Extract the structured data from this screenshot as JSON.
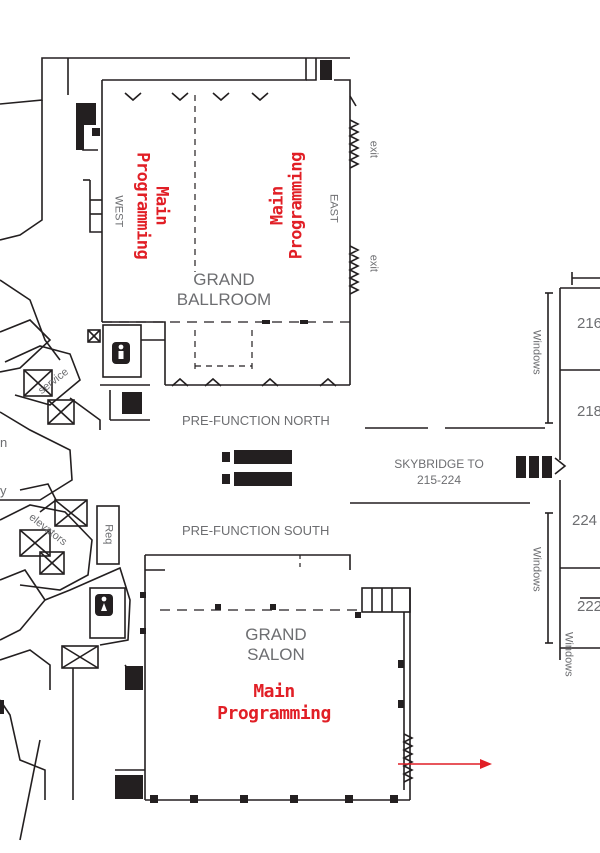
{
  "rooms": {
    "grand_ballroom": "GRAND\nBALLROOM",
    "grand_salon": "GRAND\nSALON",
    "pre_function_north": "PRE-FUNCTION NORTH",
    "pre_function_south": "PRE-FUNCTION SOUTH",
    "skybridge": "SKYBRIDGE TO\n215-224"
  },
  "directions": {
    "west": "WEST",
    "east": "EAST",
    "exit_upper": "exit",
    "exit_lower": "exit"
  },
  "programming": {
    "ballroom_west": "Main\nProgramming",
    "ballroom_east": "Main\nProgramming",
    "salon": "Main\nProgramming"
  },
  "misc": {
    "service": "service",
    "elevators": "elevators",
    "req": "Req",
    "windows_upper": "Windows",
    "windows_lower": "Windows",
    "windows_edge": "Windows",
    "room_216": "216",
    "room_218": "218",
    "room_224": "224",
    "room_222": "222",
    "edge_n": "n",
    "edge_y": "y"
  },
  "colors": {
    "line": "#231f20",
    "text": "#6d6e71",
    "programming": "#e11f26",
    "arrow": "#e11f26"
  },
  "icons": {
    "restroom_upper": "restroom-icon",
    "restroom_lower": "restroom-icon",
    "arrow": "arrow-right-icon"
  }
}
